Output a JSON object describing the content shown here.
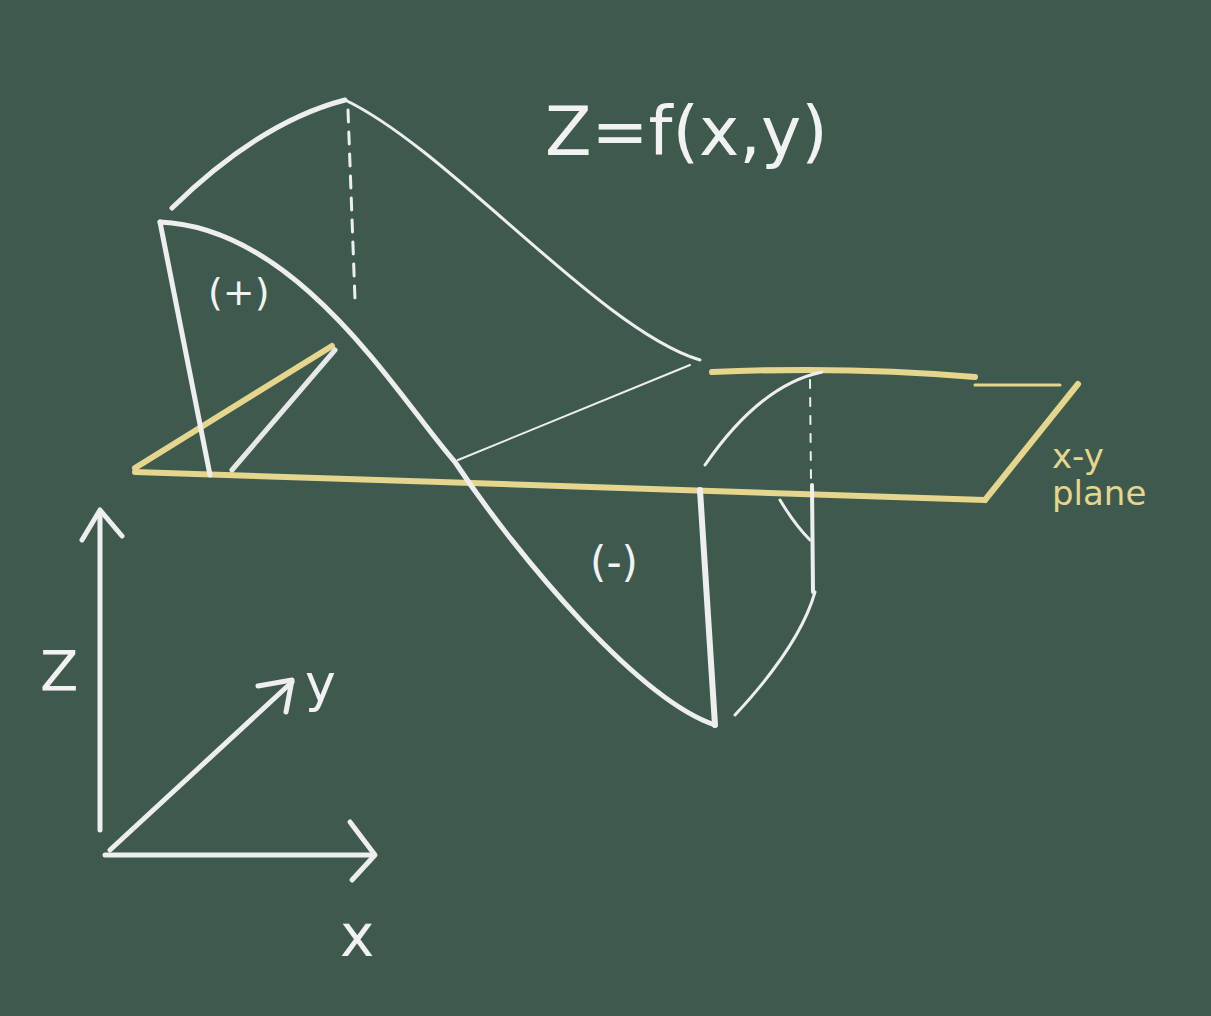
{
  "diagram": {
    "labels": [
      "Z=f(x,y)",
      "(+)",
      "(-)",
      "x-y plane",
      "Z",
      "y",
      "x"
    ]
  }
}
